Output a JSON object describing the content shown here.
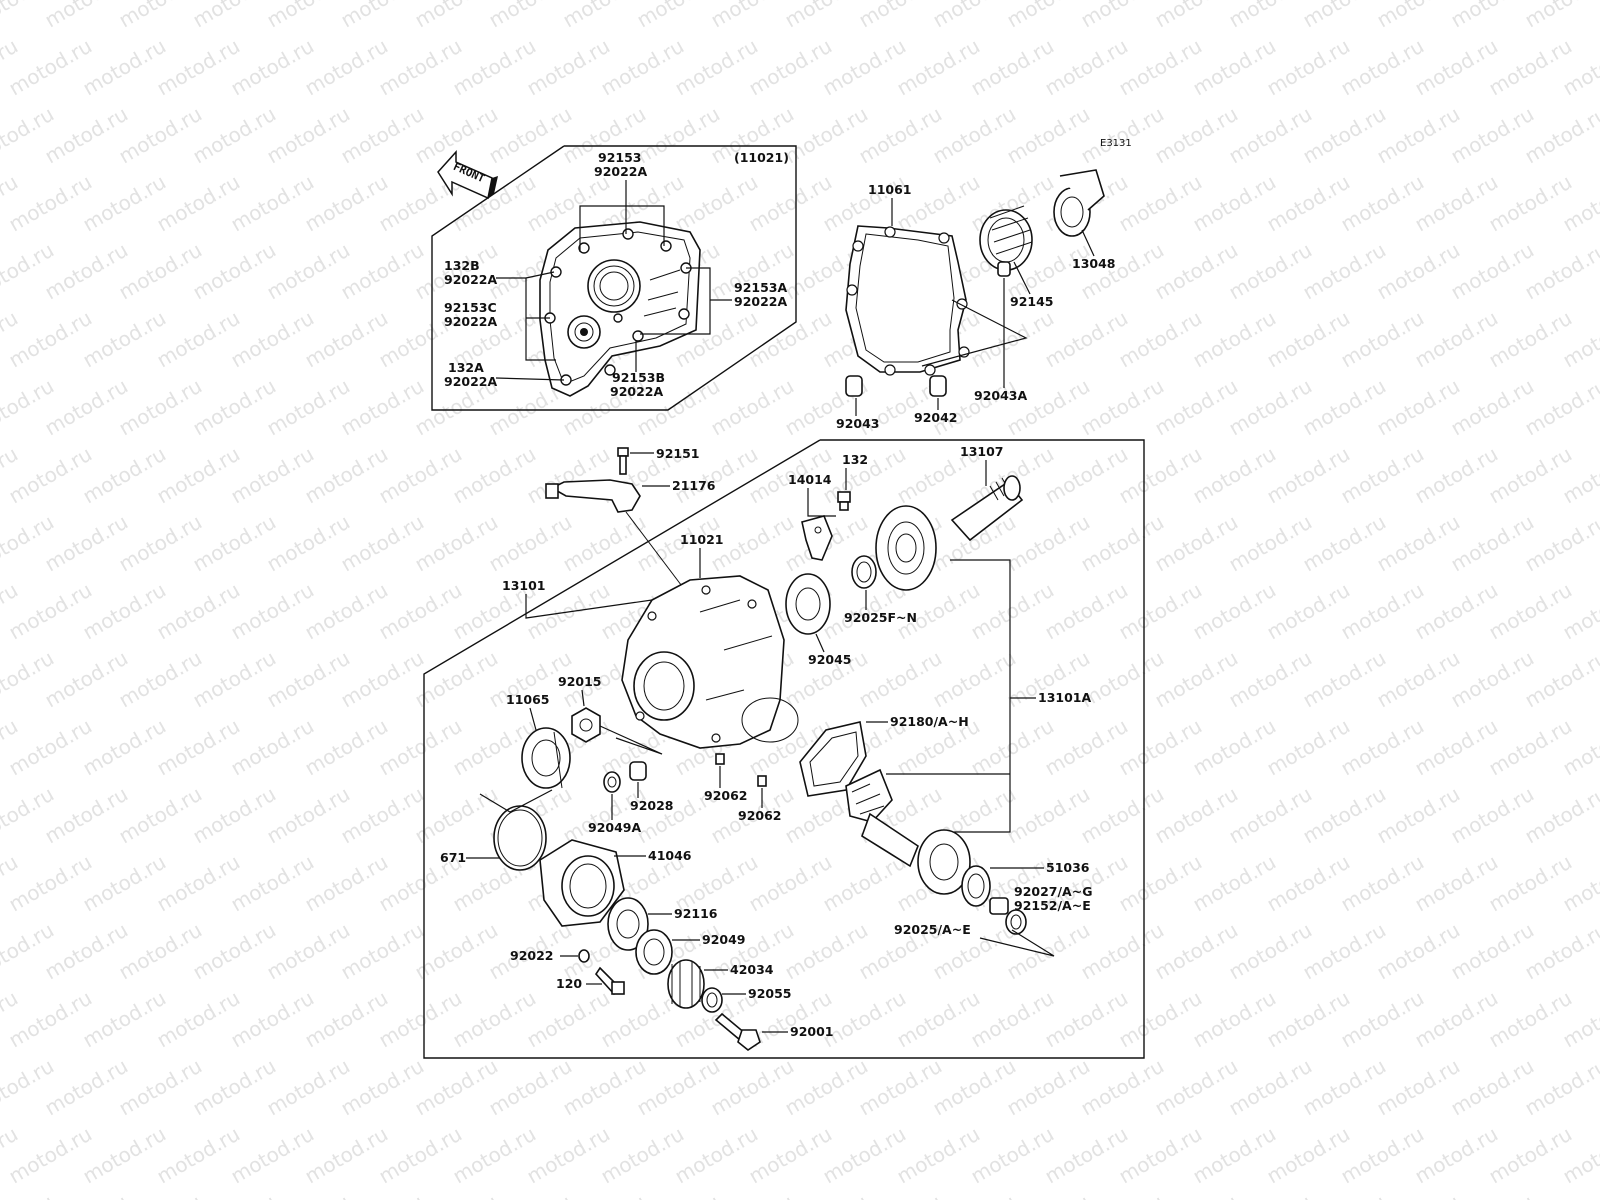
{
  "diagram": {
    "code": "E3131",
    "direction_label": "FRONT",
    "inset_ref": "(11021)",
    "watermark_text": "motod.ru",
    "labels": {
      "cover_92153": "92153",
      "cover_92022a_top": "92022A",
      "cover_132b": "132B",
      "cover_92022a_l1": "92022A",
      "cover_92153c": "92153C",
      "cover_92022a_l2": "92022A",
      "cover_132a": "132A",
      "cover_92022a_l3": "92022A",
      "cover_92153a": "92153A",
      "cover_92022a_r1": "92022A",
      "cover_92153b": "92153B",
      "cover_92022a_b": "92022A",
      "gasket_11061": "11061",
      "p92145": "92145",
      "p13048": "13048",
      "p92043": "92043",
      "p92042": "92042",
      "p92043a": "92043A",
      "p92151": "92151",
      "p21176": "21176",
      "p132": "132",
      "p14014": "14014",
      "p13107": "13107",
      "p11021": "11021",
      "p13101": "13101",
      "p92025fn": "92025F~N",
      "p92045": "92045",
      "p13101a": "13101A",
      "p92015": "92015",
      "p11065": "11065",
      "p92180": "92180/A~H",
      "p92028": "92028",
      "p92062a": "92062",
      "p92062b": "92062",
      "p92049a": "92049A",
      "p671": "671",
      "p41046": "41046",
      "p51036": "51036",
      "p92027": "92027/A~G",
      "p92152": "92152/A~E",
      "p92025ae": "92025/A~E",
      "p92116": "92116",
      "p92049": "92049",
      "p92022": "92022",
      "p42034": "42034",
      "p120": "120",
      "p92055": "92055",
      "p92001": "92001"
    }
  }
}
